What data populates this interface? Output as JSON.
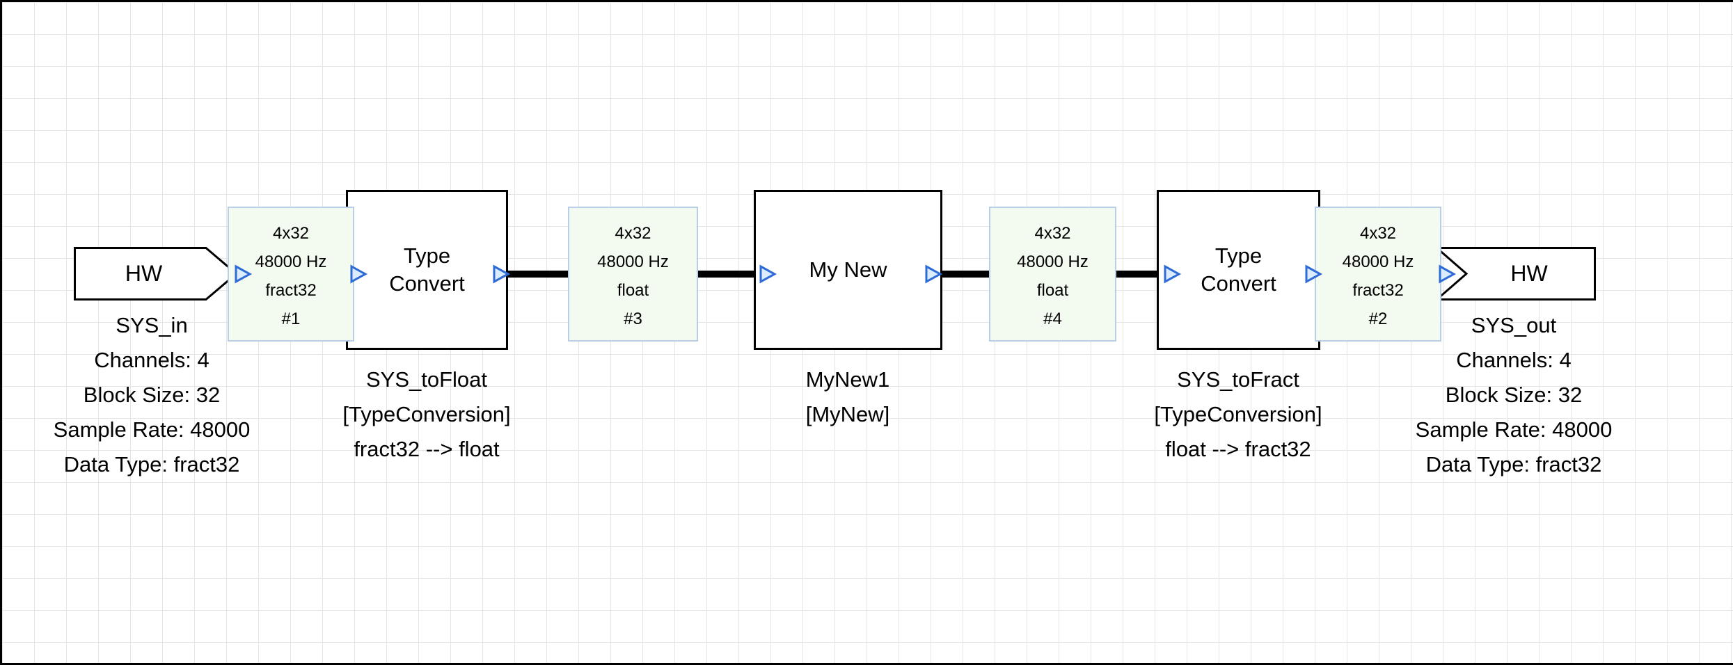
{
  "canvas": {
    "grid_color": "#e5e5e5",
    "background": "#ffffff",
    "frame_color": "#000000"
  },
  "colors": {
    "pin_stroke": "#2f6bd7",
    "pin_fill": "#dcecff",
    "wire_color": "#000000",
    "wirebox_fill": "#f3faef",
    "wirebox_border": "#b9cfe8",
    "block_fill": "#ffffff",
    "block_border": "#000000"
  },
  "blocks": {
    "hw_in": {
      "label": "HW",
      "name": "SYS_in",
      "details": [
        "Channels: 4",
        "Block Size: 32",
        "Sample Rate: 48000",
        "Data Type: fract32"
      ]
    },
    "type_convert_1": {
      "label": "Type Convert",
      "name": "SYS_toFloat",
      "module_class": "[TypeConversion]",
      "conversion": "fract32 --> float"
    },
    "my_new": {
      "label": "My New",
      "name": "MyNew1",
      "module_class": "[MyNew]"
    },
    "type_convert_2": {
      "label": "Type Convert",
      "name": "SYS_toFract",
      "module_class": "[TypeConversion]",
      "conversion": "float --> fract32"
    },
    "hw_out": {
      "label": "HW",
      "name": "SYS_out",
      "details": [
        "Channels: 4",
        "Block Size: 32",
        "Sample Rate: 48000",
        "Data Type: fract32"
      ]
    }
  },
  "wire_labels": {
    "wire1": {
      "size": "4x32",
      "rate": "48000 Hz",
      "type": "fract32",
      "id": "#1"
    },
    "wire3": {
      "size": "4x32",
      "rate": "48000 Hz",
      "type": "float",
      "id": "#3"
    },
    "wire4": {
      "size": "4x32",
      "rate": "48000 Hz",
      "type": "float",
      "id": "#4"
    },
    "wire2": {
      "size": "4x32",
      "rate": "48000 Hz",
      "type": "fract32",
      "id": "#2"
    }
  }
}
